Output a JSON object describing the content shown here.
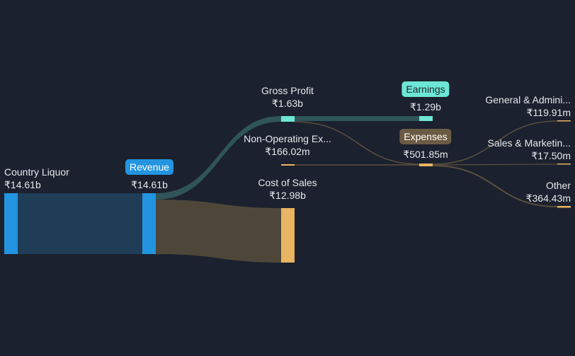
{
  "colors": {
    "background": "#1b212e",
    "revenue": "#2394df",
    "profit": "#6ee6d5",
    "cost": "#e8b563",
    "expenses_pill": "#6b5a44"
  },
  "nodes": {
    "country_liquor": {
      "name": "Country Liquor",
      "value": "₹14.61b"
    },
    "revenue": {
      "name": "Revenue",
      "value": "₹14.61b"
    },
    "gross_profit": {
      "name": "Gross Profit",
      "value": "₹1.63b"
    },
    "cost_of_sales": {
      "name": "Cost of Sales",
      "value": "₹12.98b"
    },
    "non_operating": {
      "name": "Non-Operating Ex...",
      "value": "₹166.02m"
    },
    "earnings": {
      "name": "Earnings",
      "value": "₹1.29b"
    },
    "expenses": {
      "name": "Expenses",
      "value": "₹501.85m"
    },
    "general_admin": {
      "name": "General & Admini...",
      "value": "₹119.91m"
    },
    "sales_marketing": {
      "name": "Sales & Marketin...",
      "value": "₹17.50m"
    },
    "other": {
      "name": "Other",
      "value": "₹364.43m"
    }
  }
}
